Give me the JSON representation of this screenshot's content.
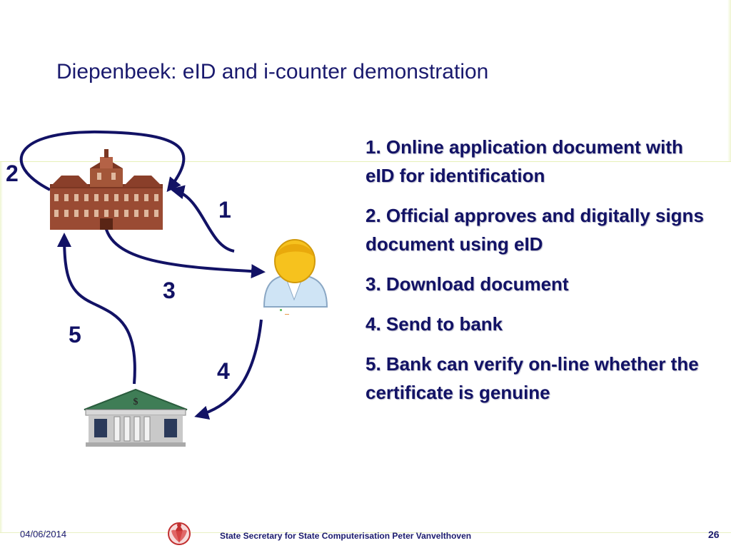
{
  "title": "Diepenbeek: eID and i-counter demonstration",
  "diagram": {
    "labels": [
      "1",
      "2",
      "3",
      "4",
      "5"
    ],
    "icons": [
      "town-hall-icon",
      "citizen-icon",
      "bank-icon"
    ]
  },
  "steps": [
    "1. Online application document with eID for identification",
    "2. Official approves and digitally signs document using eID",
    "3. Download document",
    "4. Send to bank",
    "5. Bank can verify on-line whether the certificate is genuine"
  ],
  "footer": {
    "date": "04/06/2014",
    "text": "State Secretary for State Computerisation Peter Vanvelthoven",
    "page": "26"
  },
  "colors": {
    "accent": "#121265",
    "hall": "#9a4b33",
    "bank": "#3f7d56"
  }
}
